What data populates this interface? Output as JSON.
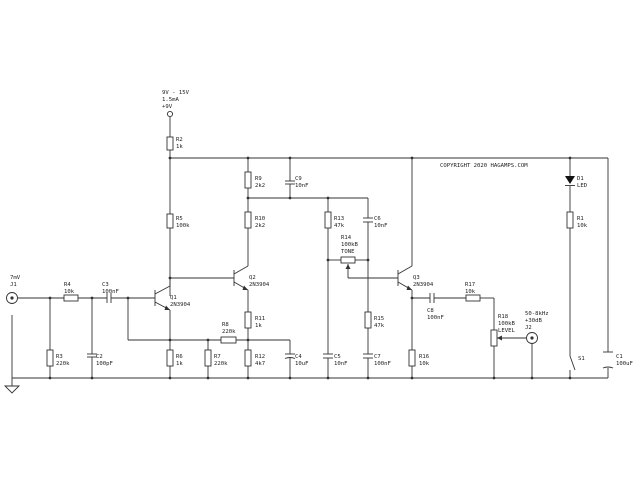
{
  "copyright": "COPYRIGHT 2020 HAGAMPS.COM",
  "supply": {
    "line1": "9V - 15V",
    "line2": "1.5mA",
    "line3": "+9V"
  },
  "input": {
    "level": "7mV",
    "ref": "J1"
  },
  "output": {
    "level": "50-8kHz",
    "gain": "+30dB",
    "ref": "J2"
  },
  "components": {
    "R1": {
      "ref": "R1",
      "value": "10k"
    },
    "R2": {
      "ref": "R2",
      "value": "1k"
    },
    "R3": {
      "ref": "R3",
      "value": "220k"
    },
    "R4": {
      "ref": "R4",
      "value": "10k"
    },
    "R5": {
      "ref": "R5",
      "value": "100k"
    },
    "R6": {
      "ref": "R6",
      "value": "1k"
    },
    "R7": {
      "ref": "R7",
      "value": "220k"
    },
    "R8": {
      "ref": "R8",
      "value": "220k"
    },
    "R9": {
      "ref": "R9",
      "value": "2k2"
    },
    "R10": {
      "ref": "R10",
      "value": "2k2"
    },
    "R11": {
      "ref": "R11",
      "value": "1k"
    },
    "R12": {
      "ref": "R12",
      "value": "4k7"
    },
    "R13": {
      "ref": "R13",
      "value": "47k"
    },
    "R14": {
      "ref": "R14",
      "value": "100kB",
      "label": "TONE"
    },
    "R15": {
      "ref": "R15",
      "value": "47k"
    },
    "R16": {
      "ref": "R16",
      "value": "10k"
    },
    "R17": {
      "ref": "R17",
      "value": "10k"
    },
    "R18": {
      "ref": "R18",
      "value": "100kB",
      "label": "LEVEL"
    },
    "C1": {
      "ref": "C1",
      "value": "100uF"
    },
    "C2": {
      "ref": "C2",
      "value": "100pF"
    },
    "C3": {
      "ref": "C3",
      "value": "100nF"
    },
    "C4": {
      "ref": "C4",
      "value": "10uF"
    },
    "C5": {
      "ref": "C5",
      "value": "10nF"
    },
    "C6": {
      "ref": "C6",
      "value": "10nF"
    },
    "C7": {
      "ref": "C7",
      "value": "100nF"
    },
    "C8": {
      "ref": "C8",
      "value": "100nF"
    },
    "C9": {
      "ref": "C9",
      "value": "10nF"
    },
    "Q1": {
      "ref": "Q1",
      "value": "2N3904"
    },
    "Q2": {
      "ref": "Q2",
      "value": "2N3904"
    },
    "Q3": {
      "ref": "Q3",
      "value": "2N3904"
    },
    "D1": {
      "ref": "D1",
      "value": "LED"
    },
    "S1": {
      "ref": "S1"
    }
  }
}
